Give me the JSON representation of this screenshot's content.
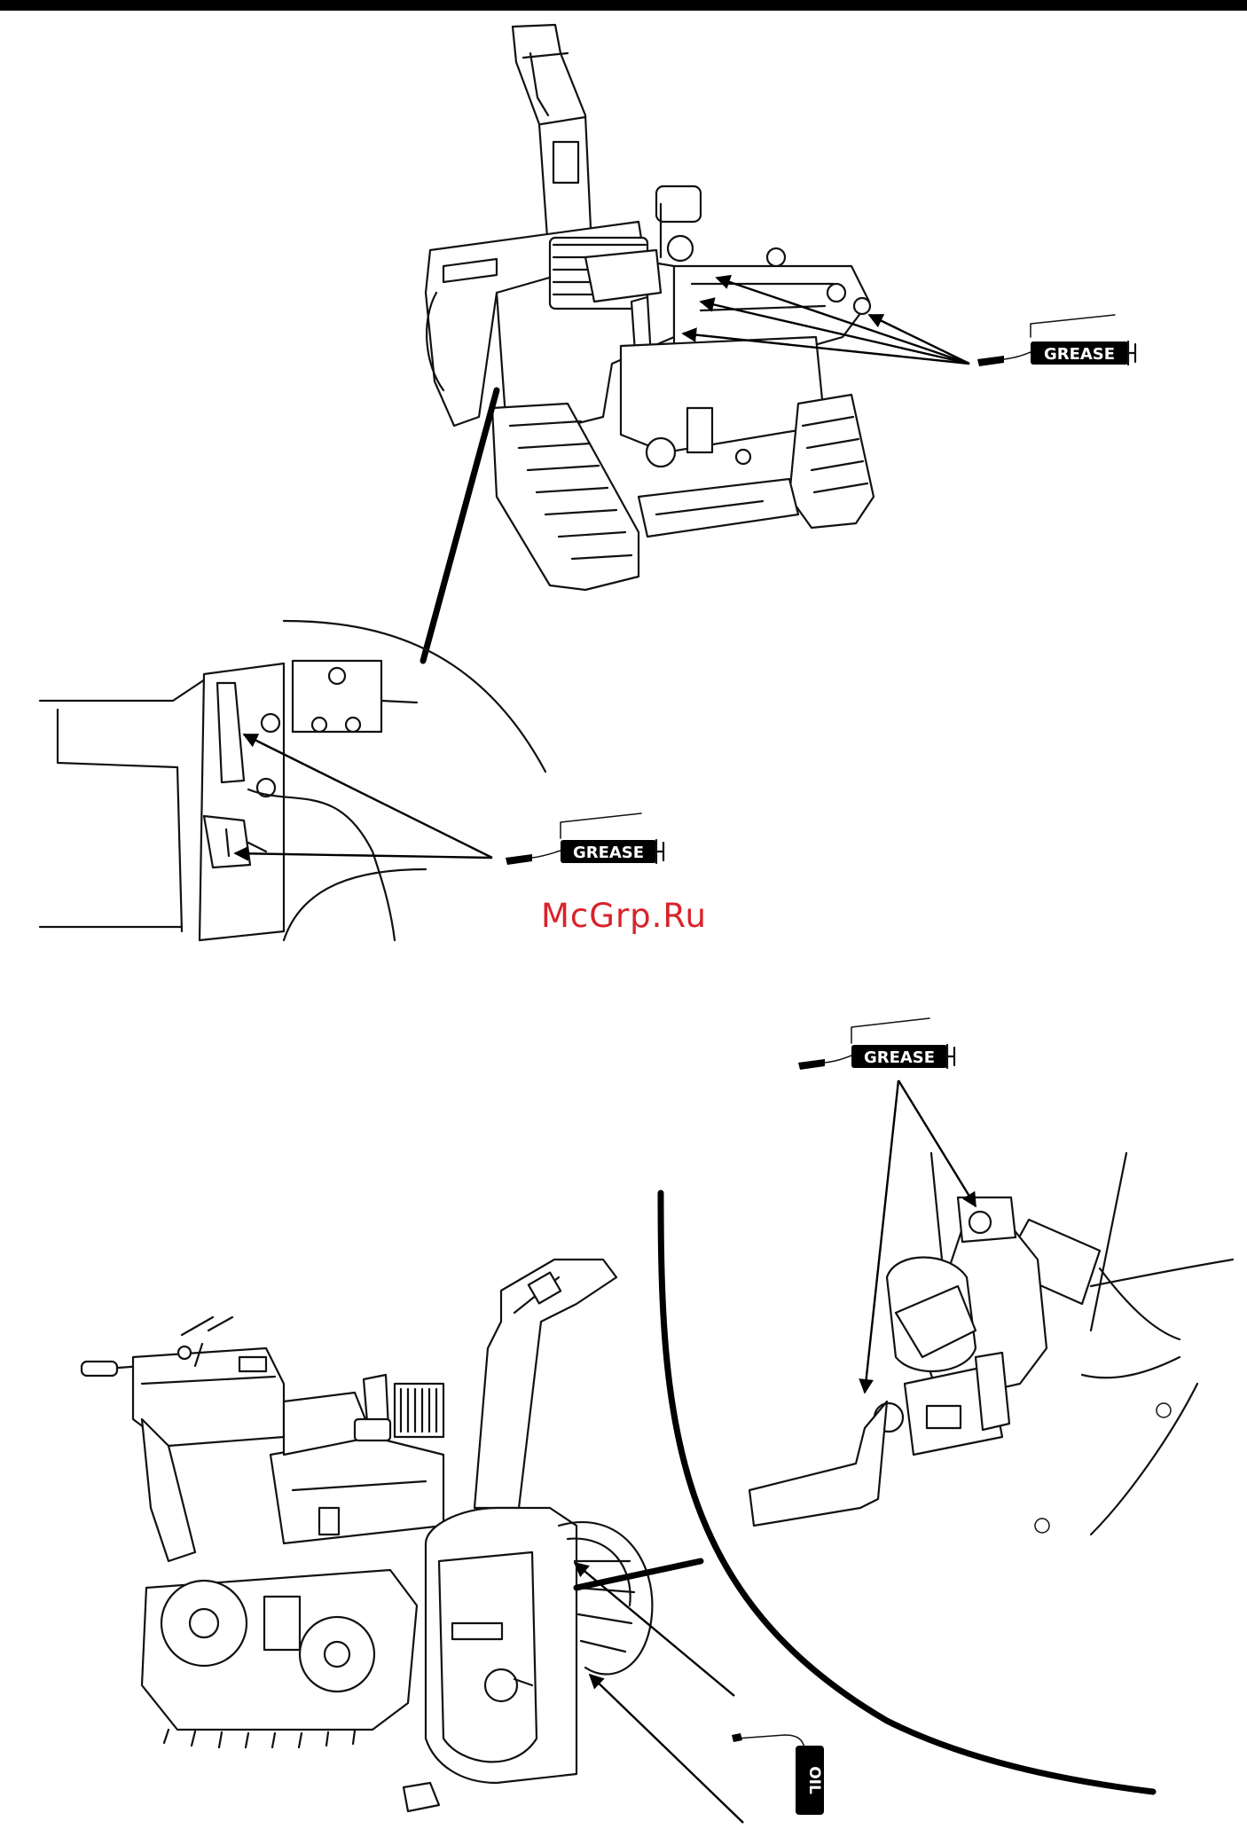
{
  "labels": {
    "grease_1": "GREASE",
    "grease_2": "GREASE",
    "grease_3": "GREASE",
    "oil": "OIL"
  },
  "watermark": "McGrp.Ru",
  "colors": {
    "line": "#111111",
    "watermark": "#d9232a",
    "background": "#ffffff"
  },
  "icons": [
    "grease-gun-icon",
    "oil-can-icon"
  ]
}
